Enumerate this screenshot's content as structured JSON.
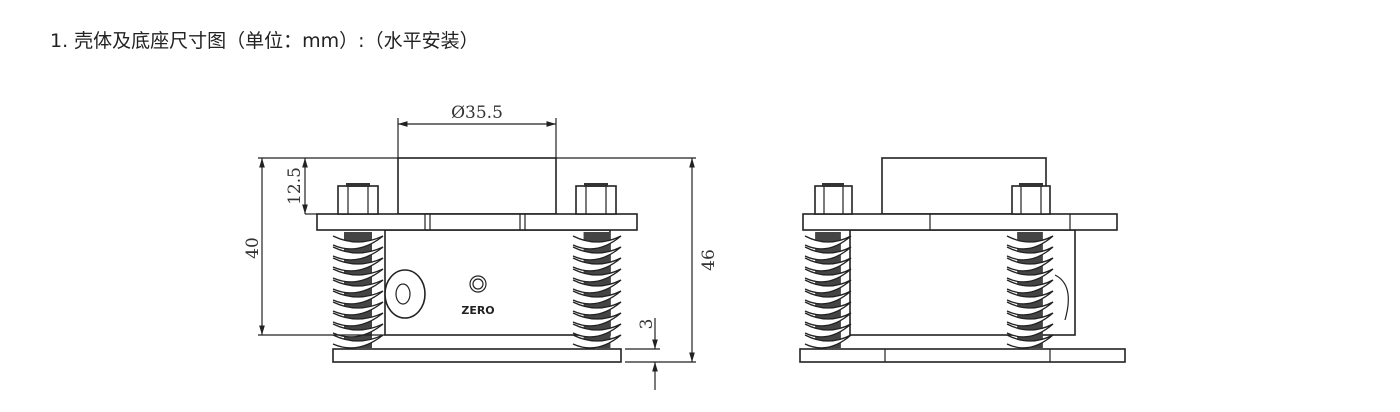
{
  "title": "1. 壳体及底座尺寸图（单位：mm）:（水平安装）",
  "drawing": {
    "dim_diameter": "Ø35.5",
    "dim_height_top": "12.5",
    "dim_height_body": "40",
    "dim_height_total": "46",
    "dim_base": "3",
    "label_zero": "ZERO"
  }
}
